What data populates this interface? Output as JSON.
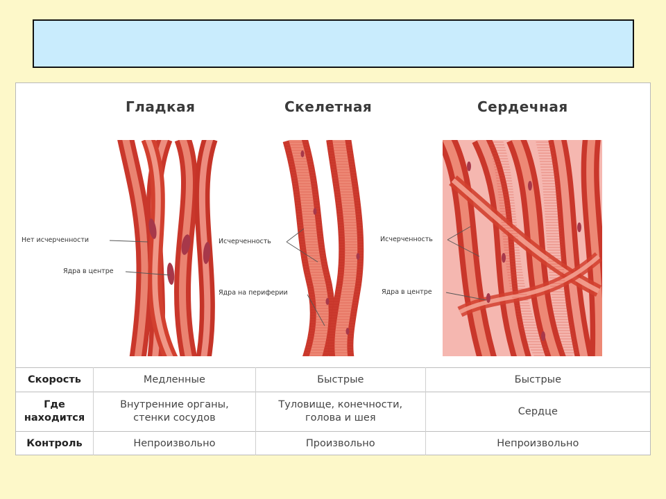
{
  "title_box": {
    "text": ""
  },
  "columns": [
    {
      "title": "Гладкая"
    },
    {
      "title": "Скелетная"
    },
    {
      "title": "Сердечная"
    }
  ],
  "labels": {
    "smooth": [
      "Нет исчерченности",
      "Ядра в центре"
    ],
    "skeletal": [
      "Исчерченность",
      "Ядра на периферии"
    ],
    "cardiac": [
      "Исчерченность",
      "Ядра в центре"
    ]
  },
  "table": {
    "rows": [
      {
        "header": "Скорость",
        "cells": [
          "Медленные",
          "Быстрые",
          "Быстрые"
        ]
      },
      {
        "header_lines": [
          "Где",
          "находится"
        ],
        "cells_lines": [
          [
            "Внутренние органы,",
            "стенки сосудов"
          ],
          [
            "Туловище, конечности,",
            "голова и шея"
          ],
          [
            "Сердце"
          ]
        ]
      },
      {
        "header": "Контроль",
        "cells": [
          "Непроизвольно",
          "Произвольно",
          "Непроизвольно"
        ]
      }
    ]
  },
  "colors": {
    "background": "#fdf8c9",
    "title_box": "#c9ecfd",
    "muscle": "#e8604f",
    "muscle_light": "#f6a395",
    "nucleus": "#a7384a"
  }
}
